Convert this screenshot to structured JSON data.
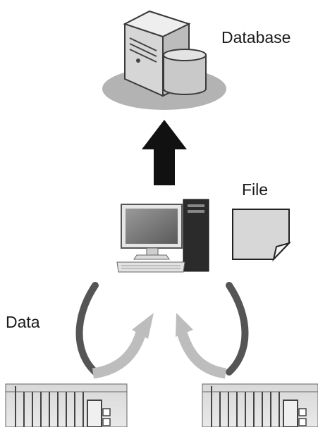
{
  "labels": {
    "database": "Database",
    "file": "File",
    "data": "Data"
  },
  "icons": {
    "database_server": "server-with-database-icon",
    "arrow_up": "upload-arrow-icon",
    "computer": "desktop-computer-icon",
    "file": "document-icon",
    "plc_left": "plc-controller-icon",
    "plc_right": "plc-controller-icon"
  },
  "colors": {
    "platform": "#b3b3b3",
    "arrow_dark": "#111111",
    "flow_dark": "#555555",
    "flow_light": "#bdbdbd",
    "file_fill": "#d7d7d7"
  }
}
